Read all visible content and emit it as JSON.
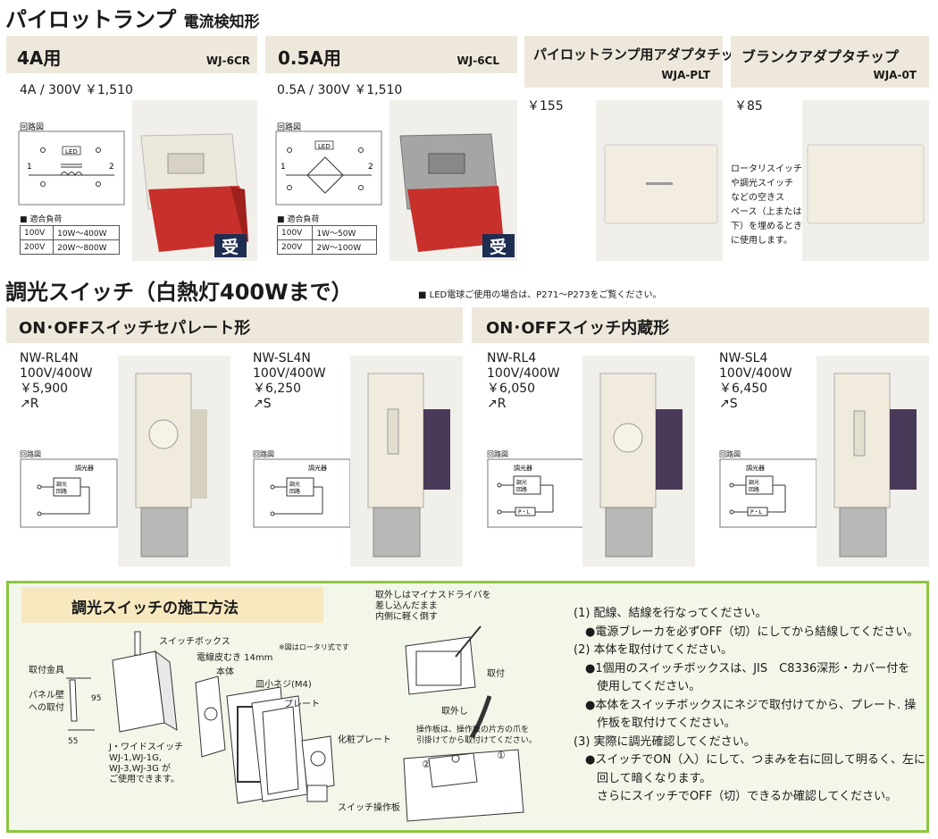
{
  "header1": {
    "title": "パイロットランプ",
    "subtitle": "電流検知形"
  },
  "products_top": [
    {
      "title": "4A用",
      "model": "WJ-6CR",
      "spec": "4A / 300V ￥1,510",
      "circuit_label": "回路図",
      "node1": "1",
      "node2": "2",
      "led": "LED",
      "load_label": "■ 適合負荷",
      "loads": [
        [
          "100V",
          "10W～400W"
        ],
        [
          "200V",
          "20W～800W"
        ]
      ],
      "badge": "受"
    },
    {
      "title": "0.5A用",
      "model": "WJ-6CL",
      "spec": "0.5A / 300V ￥1,510",
      "circuit_label": "回路図",
      "node1": "1",
      "node2": "2",
      "led": "LED",
      "load_label": "■ 適合負荷",
      "loads": [
        [
          "100V",
          "1W～50W"
        ],
        [
          "200V",
          "2W～100W"
        ]
      ],
      "badge": "受"
    },
    {
      "title": "パイロットランプ用アダプタチップ",
      "model": "WJA-PLT",
      "price": "￥155"
    },
    {
      "title": "ブランクアダプタチップ",
      "model": "WJA-0T",
      "price": "￥85",
      "note": [
        "ロータリスイッチ",
        "や調光スイッチ",
        "などの空きス",
        "ペース（上または",
        "下）を埋めるとき",
        "に使用します。"
      ]
    }
  ],
  "header2": {
    "title": "調光スイッチ（白熱灯400Wまで）",
    "note": "■ LED電球ご使用の場合は、P271～P273をご覧ください。"
  },
  "section_bars": [
    "ON･OFFスイッチセパレート形",
    "ON･OFFスイッチ内蔵形"
  ],
  "dimmers": [
    {
      "model": "NW-RL4N",
      "rating": "100V/400W",
      "price": "￥5,900",
      "type": "↗R",
      "circuit_label": "回路図",
      "dimmer_label": "調光器",
      "box_label": "調光\n回路"
    },
    {
      "model": "NW-SL4N",
      "rating": "100V/400W",
      "price": "￥6,250",
      "type": "↗S",
      "circuit_label": "回路図",
      "dimmer_label": "調光器",
      "box_label": "調光\n回路"
    },
    {
      "model": "NW-RL4",
      "rating": "100V/400W",
      "price": "￥6,050",
      "type": "↗R",
      "circuit_label": "回路図",
      "dimmer_label": "調光器",
      "box_label": "調光\n回路",
      "switch_label": "P・L"
    },
    {
      "model": "NW-SL4",
      "rating": "100V/400W",
      "price": "￥6,450",
      "type": "↗S",
      "circuit_label": "回路図",
      "dimmer_label": "調光器",
      "box_label": "調光\n回路",
      "switch_label": "P・L"
    }
  ],
  "install": {
    "title": "調光スイッチの施工方法",
    "labels": {
      "switch_box": "スイッチボックス",
      "rotary_note": "※図はロータリ式です",
      "strip": "電線皮むき 14mm",
      "body": "本体",
      "screw": "皿小ネジ(M4)",
      "plate": "プレート",
      "fitting": "取付金具",
      "panel_wall": "パネル壁",
      "panel_attach": "への取付",
      "dim_95": "95",
      "dim_55": "55",
      "wide_switch": "J・ワイドスイッチ",
      "wj1": "WJ-1,WJ-1G,",
      "wj3": "WJ-3,WJ-3G が",
      "usable": "ご使用できます。",
      "deco_plate": "化粧プレート",
      "switch_op": "スイッチ操作板",
      "remove1": "取外しはマイナスドライバを",
      "remove2": "差し込んだまま",
      "remove3": "内側に軽く倒す",
      "attach": "取付",
      "detach": "取外し",
      "op_note1": "操作板は、操作板の片方の爪を",
      "op_note2": "引掛けてから取付けてください。",
      "c1": "①",
      "c2": "②"
    },
    "steps": [
      "(1) 配線、結線を行なってください。",
      "　●電源ブレーカを必ずOFF（切）にしてから結線してください。",
      "(2) 本体を取付けてください。",
      "　●1個用のスイッチボックスは、JIS　C8336深形・カバー付を",
      "　　使用してください。",
      "　●本体をスイッチボックスにネジで取付けてから、プレート. 操",
      "　　作板を取付けてください。",
      "(3) 実際に調光確認してください。",
      "　●スイッチでON（入）にして、つまみを右に回して明るく、左に",
      "　　回して暗くなります。",
      "　　さらにスイッチでOFF（切）できるか確認してください。"
    ]
  },
  "colors": {
    "bar": "#eee8dc",
    "green_frame": "#8dc63f",
    "green_bg": "#f3f7ea",
    "title_bg": "#f7e8c0",
    "red": "#c8302b"
  }
}
